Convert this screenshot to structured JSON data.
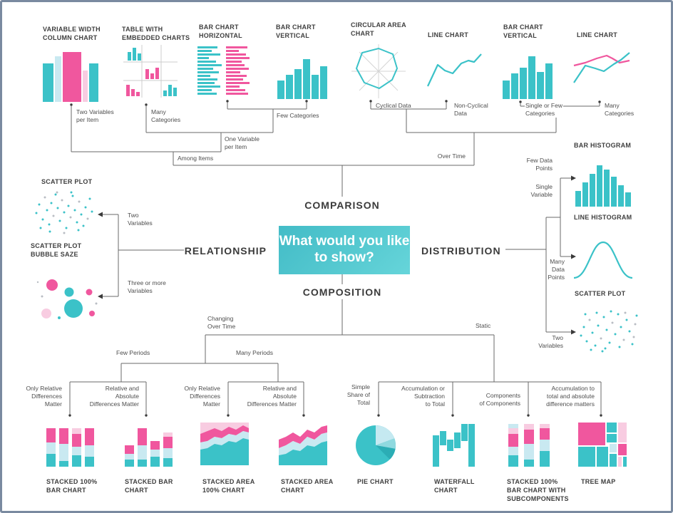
{
  "palette": {
    "teal": "#3BC2C8",
    "pink": "#F0579E",
    "pale_blue": "#C9E9F1",
    "light_pink": "#F8CCE1",
    "line_gray": "#6a6a6a",
    "text_dark": "#3F3F3F",
    "frame_border": "#7A8AA0",
    "box_gradient_start": "#43BCC7",
    "box_gradient_end": "#66D5DA"
  },
  "center": {
    "question": "What would you like to show?",
    "comparison": "COMPARISON",
    "relationship": "RELATIONSHIP",
    "distribution": "DISTRIBUTION",
    "composition": "COMPOSITION"
  },
  "top_charts": [
    {
      "title": "VARIABLE WIDTH\nCOLUMN CHART"
    },
    {
      "title": "TABLE WITH\nEMBEDDED CHARTS"
    },
    {
      "title": "BAR CHART\nHORIZONTAL"
    },
    {
      "title": "BAR CHART\nVERTICAL"
    },
    {
      "title": "CIRCULAR AREA\nCHART"
    },
    {
      "title": "LINE CHART"
    },
    {
      "title": "BAR CHART\nVERTICAL"
    },
    {
      "title": "LINE CHART"
    }
  ],
  "top_labels": {
    "two_variables_per_item": "Two Variables\nper Item",
    "many_categories_left": "Many\nCategories",
    "few_categories": "Few Categories",
    "one_variable_per_item": "One Variable\nper Item",
    "among_items": "Among Items",
    "cyclical_data": "Cyclical Data",
    "non_cyclical_data": "Non-Cyclical\nData",
    "single_or_few_categories": "Single or Few\nCategories",
    "many_categories_right": "Many\nCategories",
    "over_time": "Over Time"
  },
  "relationship_branch": {
    "scatter_plot_title": "SCATTER PLOT",
    "two_variables": "Two\nVariables",
    "bubble_title": "SCATTER PLOT\nBUBBLE SAZE",
    "three_or_more_variables": "Three or more\nVariables"
  },
  "distribution_branch": {
    "bar_histogram_title": "BAR HISTOGRAM",
    "few_data_points": "Few Data\nPoints",
    "single_variable": "Single\nVariable",
    "line_histogram_title": "LINE HISTOGRAM",
    "many_data_points": "Many\nData\nPoints",
    "scatter_plot_title": "SCATTER PLOT",
    "two_variables": "Two\nVariables"
  },
  "composition_branch": {
    "changing_over_time": "Changing\nOver Time",
    "static": "Static",
    "few_periods": "Few Periods",
    "many_periods": "Many Periods",
    "only_relative_1": "Only Relative\nDifferences\nMatter",
    "relative_absolute_1": "Relative and\nAbsolute\nDifferences Matter",
    "only_relative_2": "Only Relative\nDifferences\nMatter",
    "relative_absolute_2": "Relative and\nAbsolute\nDifferences Matter",
    "simple_share": "Simple\nShare of\nTotal",
    "accumulation_subtraction": "Accumulation or\nSubtraction\nto Total",
    "components_of_components": "Components\nof Components",
    "accumulation_total_absolute": "Accumulation to\ntotal and absolute\ndifference matters"
  },
  "bottom_charts": [
    {
      "title": "STACKED 100%\nBAR CHART"
    },
    {
      "title": "STACKED BAR\nCHART"
    },
    {
      "title": "STACKED AREA\n100% CHART"
    },
    {
      "title": "STACKED AREA\nCHART"
    },
    {
      "title": "PIE CHART"
    },
    {
      "title": "WATERFALL\nCHART"
    },
    {
      "title": "STACKED 100%\nBAR CHART WITH\nSUBCOMPONENTS"
    },
    {
      "title": "TREE MAP"
    }
  ]
}
